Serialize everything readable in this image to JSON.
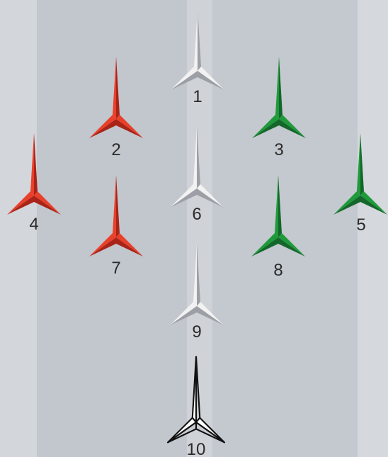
{
  "colors": {
    "background": "#cfd2d8",
    "band_dark": "#bfc3ca",
    "band_light": "#d6d9de",
    "red": "#e8402a",
    "green": "#1f9a3a",
    "white": "#f2f2f2",
    "outline_black": "#111111"
  },
  "markers": [
    {
      "label": "1",
      "color": "white",
      "icon": "arrow-star-icon"
    },
    {
      "label": "2",
      "color": "red",
      "icon": "arrow-star-icon"
    },
    {
      "label": "3",
      "color": "green",
      "icon": "arrow-star-icon"
    },
    {
      "label": "4",
      "color": "red",
      "icon": "arrow-star-icon"
    },
    {
      "label": "5",
      "color": "green",
      "icon": "arrow-star-icon"
    },
    {
      "label": "6",
      "color": "white",
      "icon": "arrow-star-icon"
    },
    {
      "label": "7",
      "color": "red",
      "icon": "arrow-star-icon"
    },
    {
      "label": "8",
      "color": "green",
      "icon": "arrow-star-icon"
    },
    {
      "label": "9",
      "color": "white",
      "icon": "arrow-star-icon"
    },
    {
      "label": "10",
      "color": "outline",
      "icon": "arrow-star-icon"
    }
  ]
}
